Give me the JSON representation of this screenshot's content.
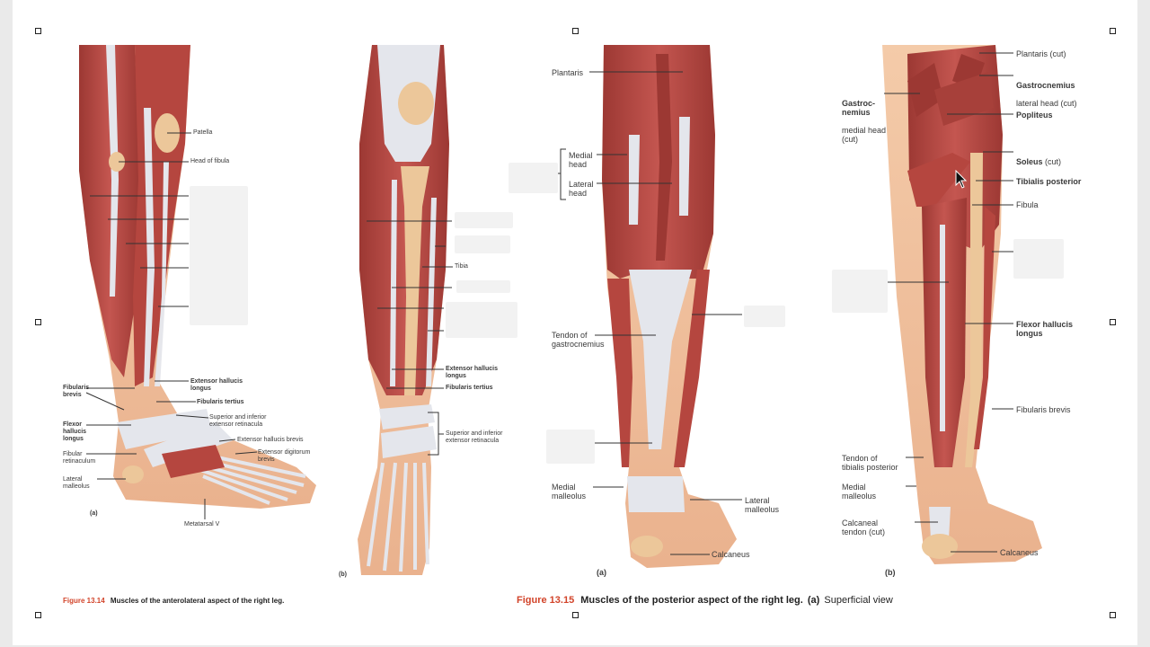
{
  "fig14": {
    "panel_a": {
      "patella": "Patella",
      "head_of_fibula": "Head of fibula",
      "fibularis_brevis": "Fibularis\nbrevis",
      "extensor_hallucis_longus": "Extensor hallucis\nlongus",
      "fibularis_tertius": "Fibularis tertius",
      "flexor_hallucis_longus": "Flexor\nhallucis\nlongus",
      "retinacula": "Superior and inferior\nextensor retinacula",
      "extensor_hallucis_brevis": "Extensor hallucis brevis",
      "fibular_retinaculum": "Fibular\nretinaculum",
      "extensor_digitorum_brevis": "Extensor digitorum\nbrevis",
      "lateral_malleolus": "Lateral\nmalleolus",
      "metatarsal_v": "Metatarsal V",
      "tag": "(a)"
    },
    "panel_b": {
      "tibia": "Tibia",
      "extensor_hallucis_longus": "Extensor hallucis\nlongus",
      "fibularis_tertius": "Fibularis tertius",
      "retinacula": "Superior and inferior\nextensor retinacula",
      "tag": "(b)"
    },
    "caption": {
      "number": "Figure 13.14",
      "title": "Muscles of the anterolateral aspect of the right leg."
    }
  },
  "fig15": {
    "panel_a": {
      "plantaris": "Plantaris",
      "medial_head": "Medial\nhead",
      "lateral_head": "Lateral\nhead",
      "tendon_of_gastrocnemius": "Tendon of\ngastrocnemius",
      "medial_malleolus": "Medial\nmalleolus",
      "lateral_malleolus": "Lateral\nmalleolus",
      "calcaneus": "Calcaneus",
      "tag": "(a)"
    },
    "panel_b": {
      "plantaris_cut": "Plantaris (cut)",
      "gastrocnemius_lateral_bold": "Gastrocnemius",
      "gastrocnemius_lateral_rest": "lateral head (cut)",
      "gastrocnemius_medial_bold": "Gastroc-\nnemius",
      "gastrocnemius_medial_rest": "medial head\n(cut)",
      "popliteus": "Popliteus",
      "soleus_bold": "Soleus",
      "soleus_rest": " (cut)",
      "tibialis_posterior": "Tibialis posterior",
      "fibula": "Fibula",
      "flexor_hallucis_longus": "Flexor hallucis\nlongus",
      "fibularis_brevis": "Fibularis brevis",
      "tendon_of_tibialis_posterior": "Tendon of\ntibialis posterior",
      "medial_malleolus": "Medial\nmalleolus",
      "calcaneal_tendon": "Calcaneal\ntendon (cut)",
      "calcaneus": "Calcaneus",
      "tag": "(b)"
    },
    "caption": {
      "number": "Figure 13.15",
      "title": "Muscles of the posterior aspect of the right leg.",
      "part": "(a)",
      "view": "Superficial view"
    }
  },
  "colors": {
    "muscle": "#b84a44",
    "muscle_dark": "#9c3833",
    "tendon": "#e4e6ec",
    "bone": "#ecc79a",
    "skin": "#f3c8a6",
    "caption_red": "#d2442a"
  }
}
